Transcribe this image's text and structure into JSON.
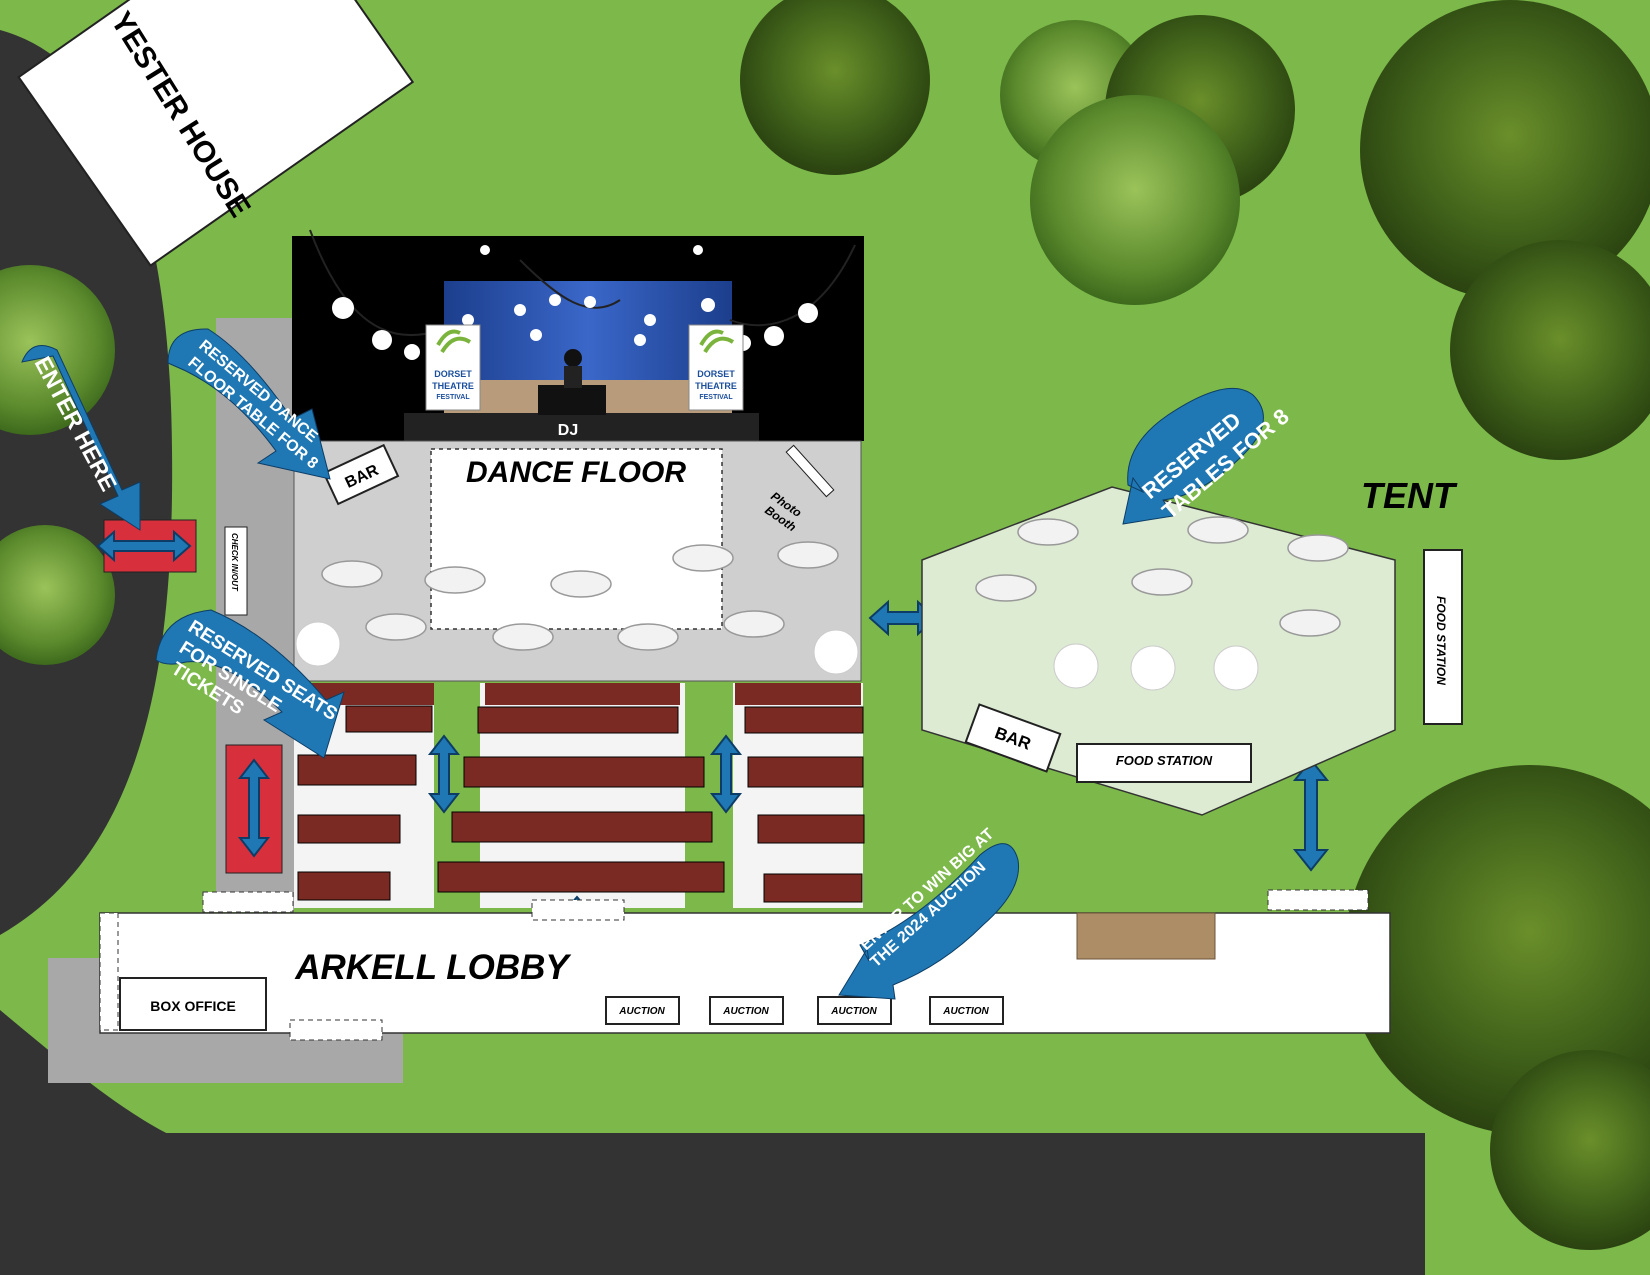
{
  "map": {
    "buildings": {
      "yester_house": "YESTER HOUSE",
      "arkell_lobby": "ARKELL LOBBY",
      "tent": "TENT"
    },
    "zones": {
      "dance_floor": "DANCE FLOOR",
      "dj": "DJ",
      "photo_booth_line1": "Photo",
      "photo_booth_line2": "Booth",
      "check_in_out": "CHECK IN/OUT",
      "bar": "BAR",
      "tent_bar": "BAR",
      "food_station": "FOOD STATION",
      "food_station_side": "FOOD STATION",
      "box_office": "BOX OFFICE",
      "auction_labels": [
        "AUCTION",
        "AUCTION",
        "AUCTION",
        "AUCTION"
      ]
    },
    "stage_signs": {
      "line1": "DORSET",
      "line2": "THEATRE",
      "line3": "FESTIVAL"
    },
    "callouts": {
      "enter_here": "ENTER HERE",
      "reserved_dance_floor_line1": "RESERVED DANCE",
      "reserved_dance_floor_line2": "FLOOR TABLE FOR 8",
      "reserved_single_line1": "RESERVED SEATS",
      "reserved_single_line2": "FOR SINGLE",
      "reserved_single_line3": "TICKETS",
      "reserved_tables_line1": "RESERVED",
      "reserved_tables_line2": "TABLES FOR  8",
      "auction_line1": "ENTER TO WIN BIG AT",
      "auction_line2": "THE 2024 AUCTION"
    },
    "colors": {
      "grass": "#7cb84a",
      "road": "#333333",
      "callout_blue": "#1f78b4",
      "red_entry": "#d7303c",
      "seat_brown": "#7a2a22",
      "tent_fill": "#dcebd2"
    }
  }
}
